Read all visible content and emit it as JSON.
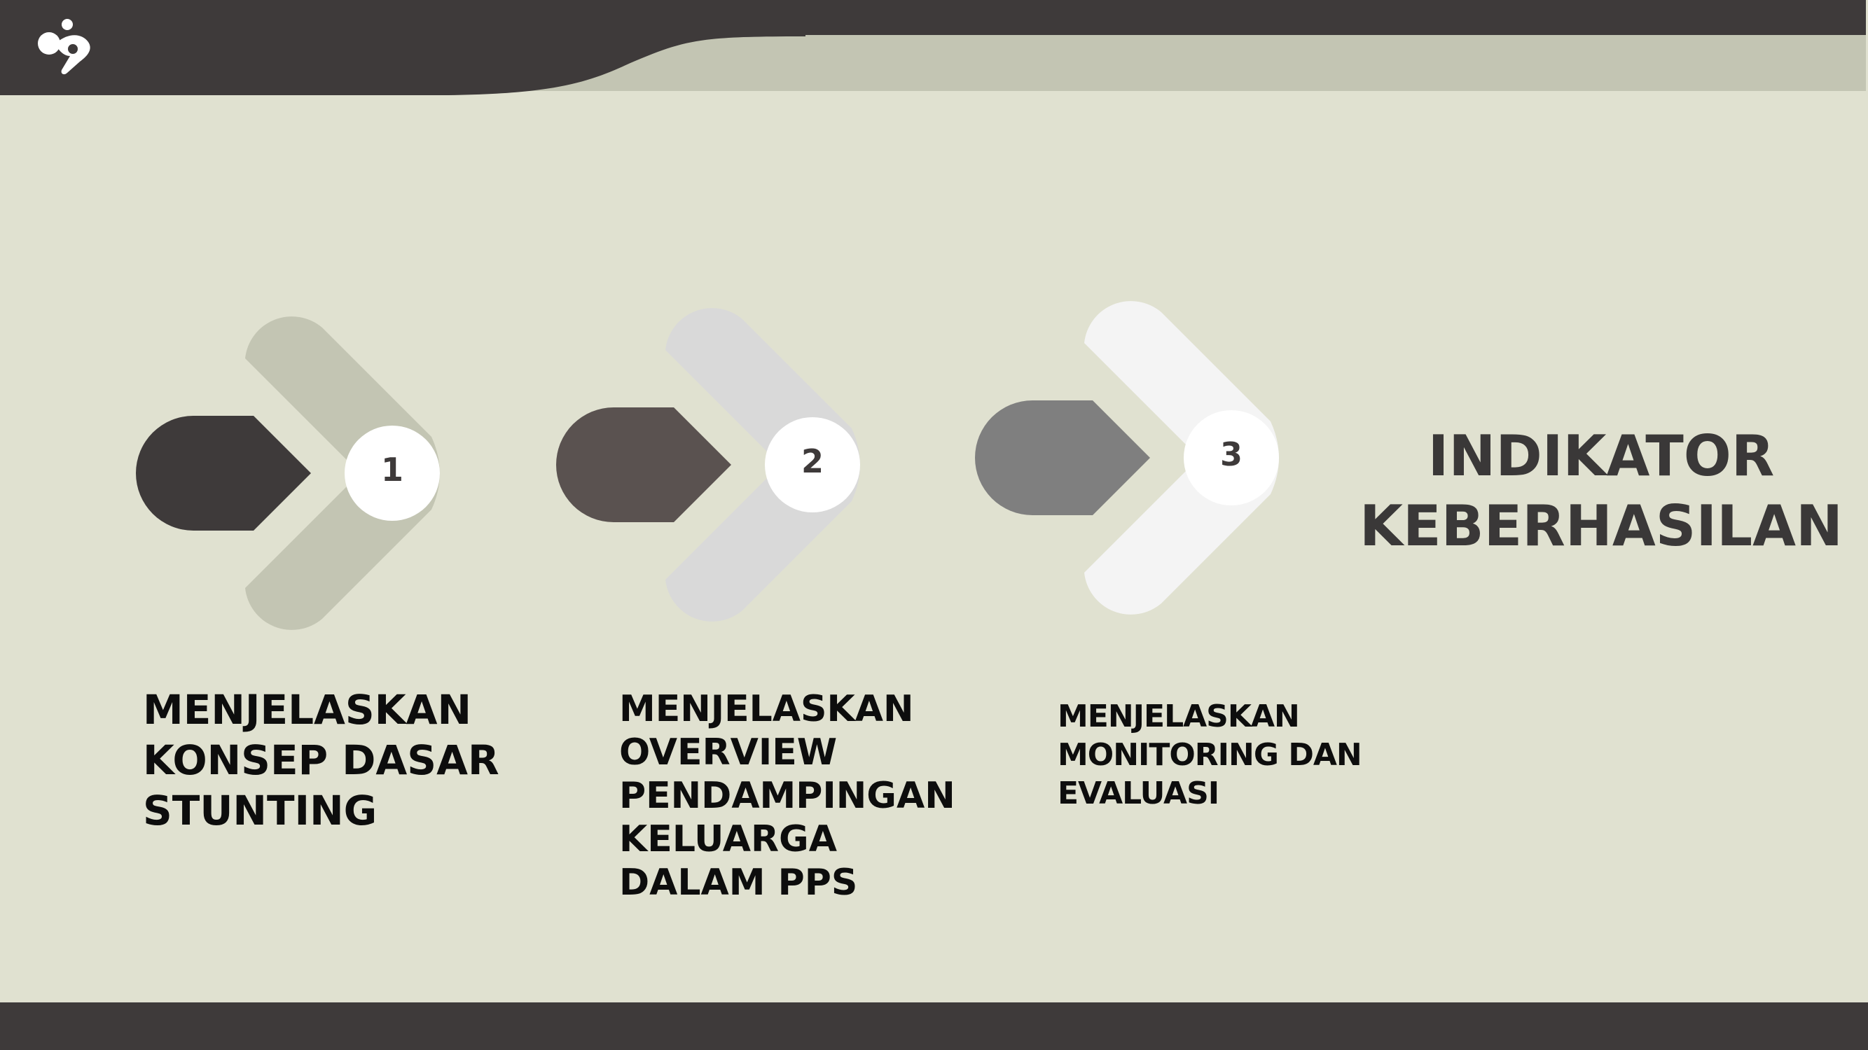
{
  "header": {
    "dark_color": "#3e3a3a",
    "band_color": "#c3c5b3",
    "logo_icon": "brand-logo-icon"
  },
  "title": {
    "line1": "INDIKATOR",
    "line2": "KEBERHASILAN"
  },
  "steps": [
    {
      "number": "1",
      "lines": [
        "MENJELASKAN",
        "KONSEP DASAR",
        "STUNTING"
      ],
      "chevron_color": "#c3c5b3",
      "tab_color": "#3e3a3a"
    },
    {
      "number": "2",
      "lines": [
        "MENJELASKAN",
        "OVERVIEW",
        "PENDAMPINGAN",
        "KELUARGA",
        "DALAM PPS"
      ],
      "chevron_color": "#d9d9d9",
      "tab_color": "#5a5250"
    },
    {
      "number": "3",
      "lines": [
        "MENJELASKAN",
        "MONITORING DAN",
        "EVALUASI"
      ],
      "chevron_color": "#f4f4f4",
      "tab_color": "#7f7f7f"
    }
  ]
}
